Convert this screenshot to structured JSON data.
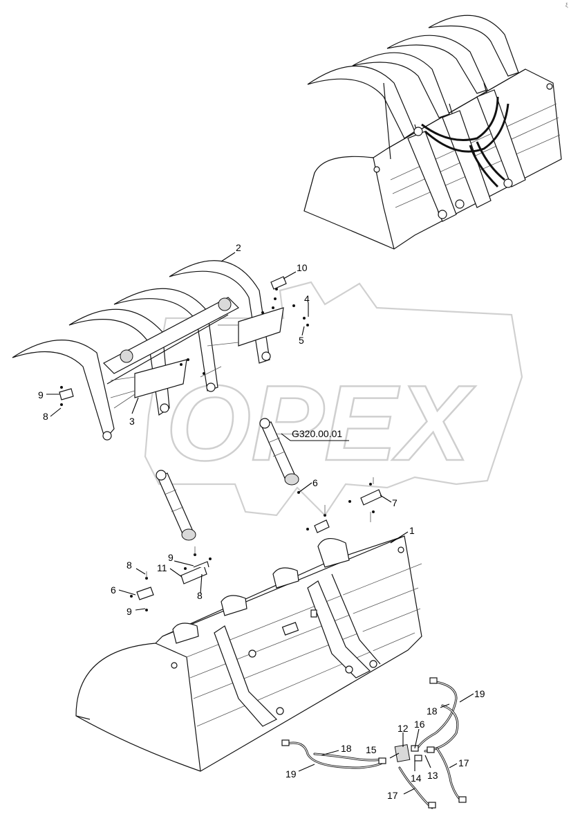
{
  "drawing": {
    "watermark": "OPEX",
    "corner_mark": "ξ",
    "assembly_code": "G320.00.01"
  },
  "callouts": [
    {
      "id": "c1",
      "text": "1"
    },
    {
      "id": "c2",
      "text": "2"
    },
    {
      "id": "c3",
      "text": "3"
    },
    {
      "id": "c4",
      "text": "4"
    },
    {
      "id": "c5",
      "text": "5"
    },
    {
      "id": "c6a",
      "text": "6"
    },
    {
      "id": "c6b",
      "text": "6"
    },
    {
      "id": "c7",
      "text": "7"
    },
    {
      "id": "c8a",
      "text": "8"
    },
    {
      "id": "c8b",
      "text": "8"
    },
    {
      "id": "c8c",
      "text": "8"
    },
    {
      "id": "c9a",
      "text": "9"
    },
    {
      "id": "c9b",
      "text": "9"
    },
    {
      "id": "c9c",
      "text": "9"
    },
    {
      "id": "c10",
      "text": "10"
    },
    {
      "id": "c11",
      "text": "11"
    },
    {
      "id": "c12",
      "text": "12"
    },
    {
      "id": "c13",
      "text": "13"
    },
    {
      "id": "c14",
      "text": "14"
    },
    {
      "id": "c15",
      "text": "15"
    },
    {
      "id": "c16",
      "text": "16"
    },
    {
      "id": "c17a",
      "text": "17"
    },
    {
      "id": "c17b",
      "text": "17"
    },
    {
      "id": "c18a",
      "text": "18"
    },
    {
      "id": "c18b",
      "text": "18"
    },
    {
      "id": "c19a",
      "text": "19"
    },
    {
      "id": "c19b",
      "text": "19"
    }
  ]
}
